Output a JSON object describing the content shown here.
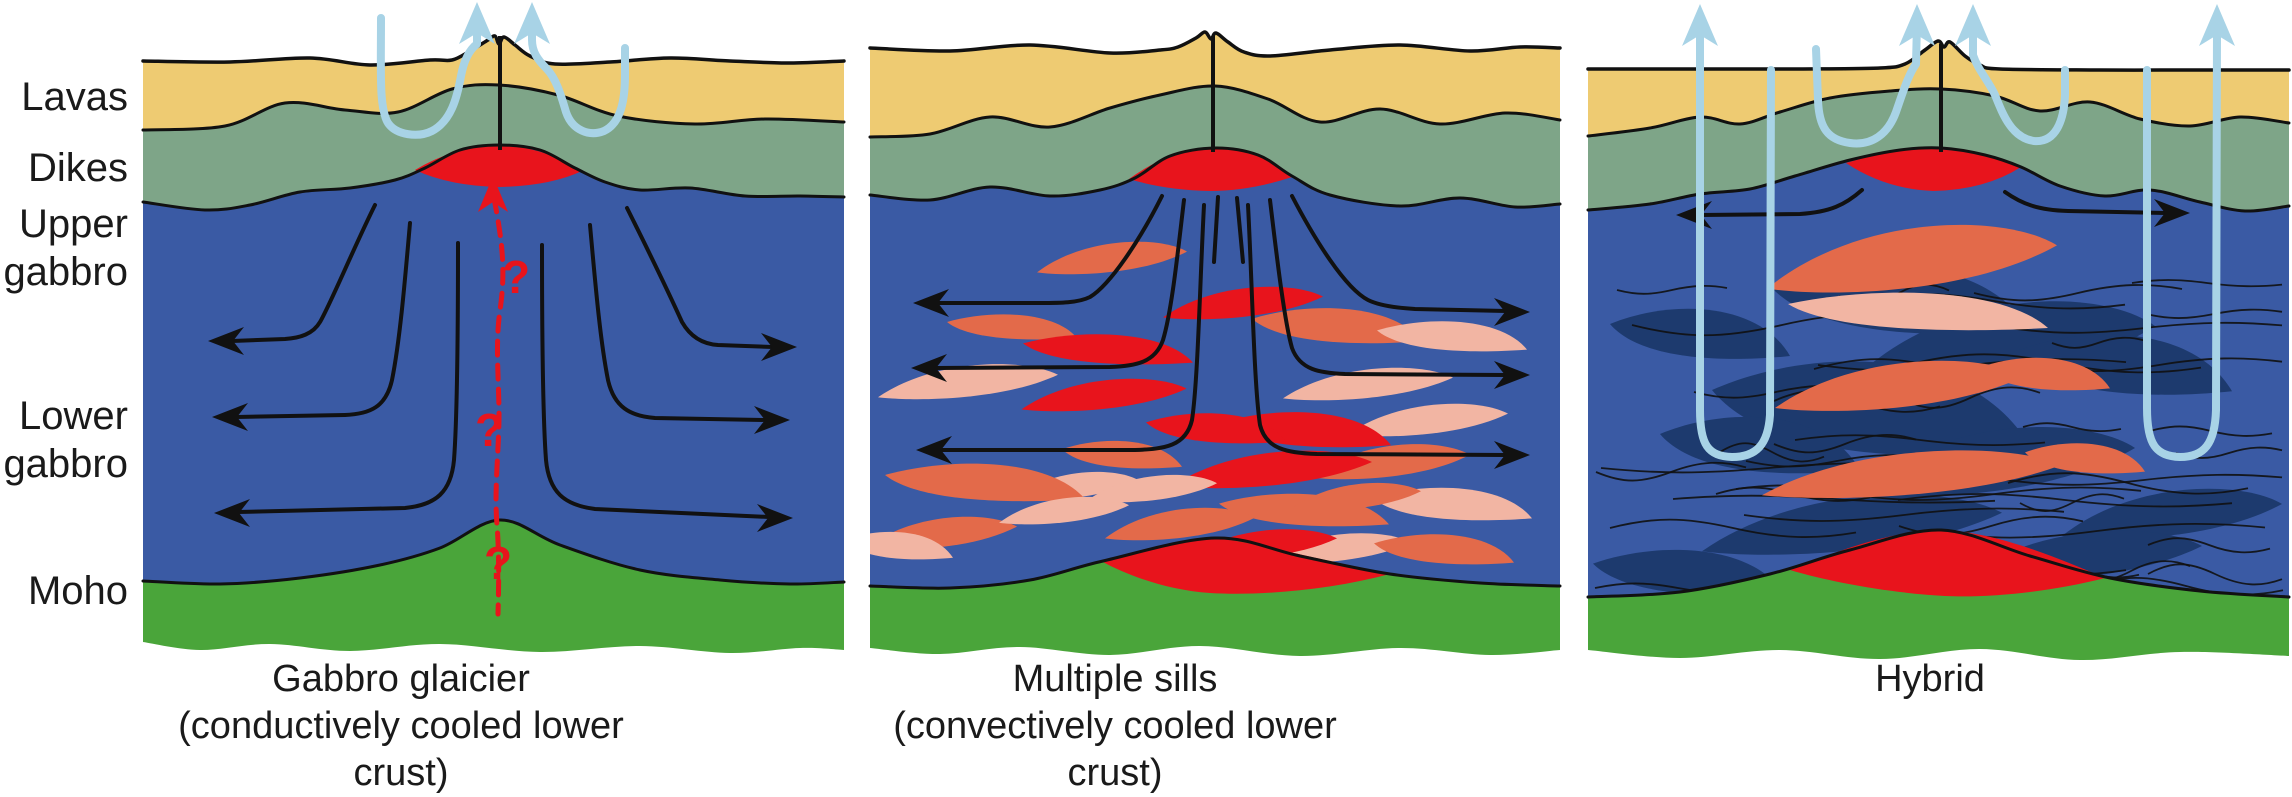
{
  "diagram": {
    "type": "oceanic-crust-accretion-models",
    "layer_labels": {
      "lavas": "Lavas",
      "dikes": "Dikes",
      "upper_gabbro": [
        "Upper",
        "gabbro"
      ],
      "lower_gabbro": [
        "Lower",
        "gabbro"
      ],
      "moho": "Moho"
    },
    "panels": [
      {
        "id": "gabbro-glacier",
        "title": "Gabbro glaicier",
        "subtitle": "(conductively cooled lower crust)",
        "question_marks": [
          "?",
          "?",
          "?"
        ]
      },
      {
        "id": "multiple-sills",
        "title": "Multiple sills",
        "subtitle": "(convectively cooled lower crust)"
      },
      {
        "id": "hybrid",
        "title": "Hybrid",
        "subtitle": ""
      }
    ],
    "palette": {
      "lavas_yellow": "#eecb72",
      "dikes_green": "#7ea588",
      "gabbro_blue": "#3a5aa4",
      "gabbro_dark_patch": "#1d3a6e",
      "mantle_green": "#4aa53a",
      "magma_red": "#e8141c",
      "sill_salmon": "#e36a4a",
      "sill_pink": "#f2b5a3",
      "hydrothermal_blue": "#a8d3e6",
      "flow_line_black": "#111111"
    }
  }
}
